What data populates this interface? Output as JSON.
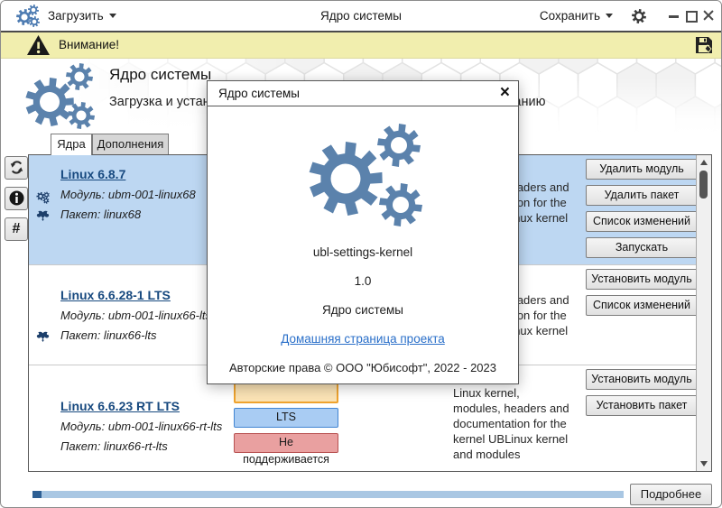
{
  "topbar": {
    "load_label": "Загрузить",
    "app_title": "Ядро системы",
    "save_label": "Сохранить"
  },
  "warning": {
    "text": "Внимание!"
  },
  "banner": {
    "title": "Ядро системы",
    "subtitle": "Загрузка и установка ядер, модулей ядра и дополнений по требованию"
  },
  "tabs": {
    "kernels": "Ядра",
    "addons": "Дополнения"
  },
  "kernels": [
    {
      "title": "Linux 6.8.7",
      "module": "Модуль: ubm-001-linux68",
      "package": "Пакет: linux68",
      "description": "Linux kernel,\nmodules, headers and\ndocumentation for the\nkernel UBLinux kernel",
      "buttons": [
        "Удалить модуль",
        "Удалить пакет",
        "Список изменений",
        "Запускать"
      ]
    },
    {
      "title": "Linux 6.6.28-1 LTS",
      "module": "Модуль: ubm-001-linux66-lts",
      "package": "Пакет: linux66-lts",
      "description": "Linux kernel,\nmodules, headers and\ndocumentation for the\nkernel UBLinux kernel",
      "buttons": [
        "Установить модуль",
        "Список изменений"
      ]
    },
    {
      "title": "Linux 6.6.23 RT LTS",
      "module": "Модуль: ubm-001-linux66-rt-lts",
      "package": "Пакет: linux66-rt-lts",
      "description": "Linux kernel,\nmodules, headers and\ndocumentation for the\nkernel UBLinux kernel\nand modules",
      "buttons": [
        "Установить модуль",
        "Установить пакет"
      ],
      "badges": [
        {
          "label": ""
        },
        {
          "label": "LTS"
        },
        {
          "label": "Не поддерживается"
        }
      ]
    }
  ],
  "dialog": {
    "title": "Ядро системы",
    "close_label": "×",
    "app_name": "ubl-settings-kernel",
    "version": "1.0",
    "description": "Ядро системы",
    "homepage_label": "Домашняя страница проекта",
    "copyright": "Авторские права © ООО \"Юбисофт\", 2022 - 2023"
  },
  "footer": {
    "details_label": "Подробнее"
  },
  "colors": {
    "accent_blue": "#5b82ac",
    "selection_blue": "#bdd7f2",
    "warning_bg": "#f1eeae",
    "badge_lts_bg": "#a9ccf3",
    "badge_unsupported_bg": "#e9a0a0",
    "badge_orange_border": "#efa32e",
    "link_blue": "#2a6fc9"
  }
}
